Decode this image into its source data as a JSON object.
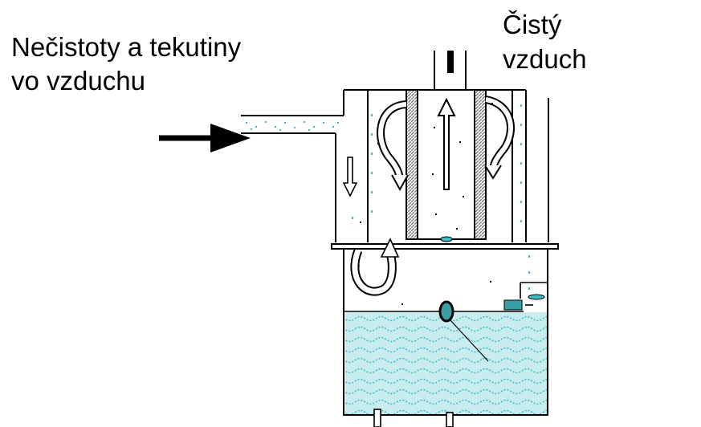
{
  "labels": {
    "inlet_line1": "Nečistoty a tekutiny",
    "inlet_line2": "vo vzduchu",
    "outlet_line1": "Čistý",
    "outlet_line2": "vzduch"
  },
  "colors": {
    "outline": "#000000",
    "water_fill": "#c9ecef",
    "water_wave": "#3dbcc4",
    "particle": "#3dbcc4",
    "filter_hatch": "#808080",
    "valve_teal": "#3a9fa5"
  },
  "icons": {
    "inlet_arrow": "arrow-right",
    "flow_arrows": "curved-swirl-arrows",
    "drain_valve": "float-valve"
  }
}
